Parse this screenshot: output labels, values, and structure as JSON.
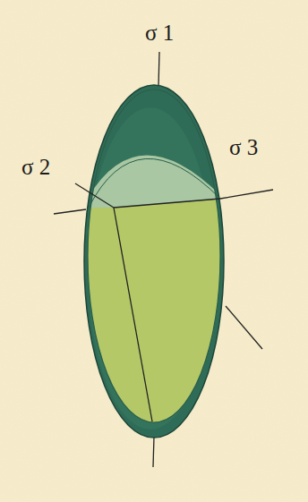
{
  "diagram": {
    "labels": [
      "σ 1",
      "σ 2",
      "σ 3"
    ]
  }
}
